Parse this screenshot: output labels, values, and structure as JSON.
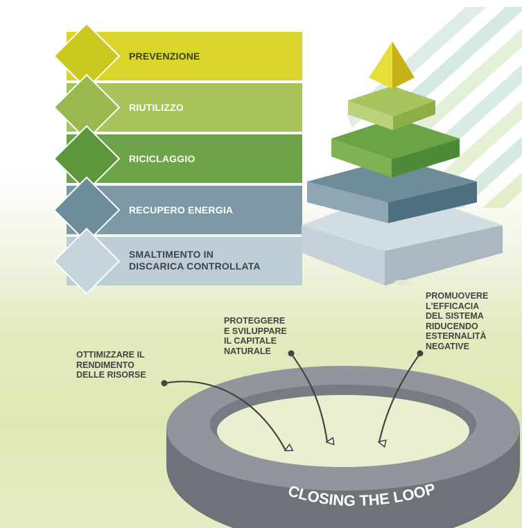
{
  "hierarchy": {
    "levels": [
      {
        "label": "PREVENZIONE",
        "band_color": "#d9d52a",
        "diamond_color": "#cbc820",
        "text_color": "#3e3f24"
      },
      {
        "label": "RIUTILIZZO",
        "band_color": "#a8c35a",
        "diamond_color": "#99b94e",
        "text_color": "#ffffff"
      },
      {
        "label": "RICICLAGGIO",
        "band_color": "#6ea449",
        "diamond_color": "#5c963d",
        "text_color": "#ffffff"
      },
      {
        "label": "RECUPERO ENERGIA",
        "band_color": "#7d99a6",
        "diamond_color": "#6e8d9b",
        "text_color": "#ffffff"
      },
      {
        "label": "SMALTIMENTO IN\nDISCARICA CONTROLLATA",
        "band_color": "#bccdd6",
        "diamond_color": "#c6d4dc",
        "text_color": "#3e4347"
      }
    ]
  },
  "callouts": [
    {
      "text": "OTTIMIZZARE IL\nRENDIMENTO\nDELLE RISORSE"
    },
    {
      "text": "PROTEGGERE\nE SVILUPPARE\nIL CAPITALE\nNATURALE"
    },
    {
      "text": "PROMUOVERE\nL'EFFICACIA\nDEL SISTEMA\nRIDUCENDO\nESTERNALITÀ\nNEGATIVE"
    }
  ],
  "ring": {
    "label": "CLOSING THE LOOP",
    "color": "#8f959b"
  }
}
